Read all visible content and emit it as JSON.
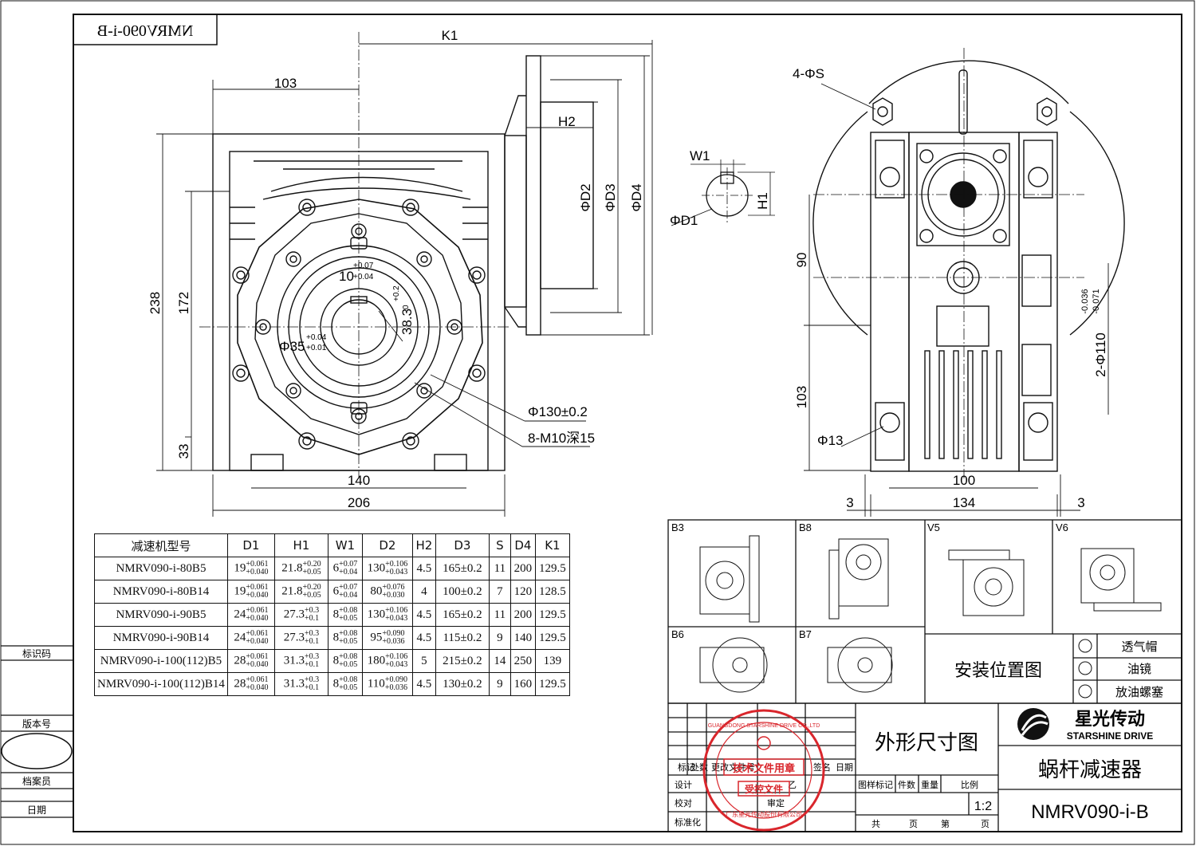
{
  "title_block": {
    "part_no_top": "NMRV090-i-B",
    "drawing_title": "外形尺寸图",
    "product_name": "蜗杆减速器",
    "model": "NMRV090-i-B",
    "scale": "1:2",
    "brand_cn": "星光传动",
    "brand_en": "STARSHINE DRIVE",
    "install_title": "安装位置图",
    "legend": [
      "透气帽",
      "油镜",
      "放油螺塞"
    ],
    "row_labels": [
      "标记",
      "处数",
      "更改文件号",
      "签名",
      "日期"
    ],
    "sign_labels": [
      "设计",
      "校对",
      "标准化",
      "审定"
    ],
    "sign_mark": "乙",
    "attr_labels": [
      "图样标记",
      "件数",
      "重量",
      "比例"
    ],
    "page_labels": [
      "共",
      "页",
      "第",
      "页"
    ]
  },
  "left_margin": [
    "标识码",
    "版本号",
    "档案员",
    "日期"
  ],
  "stamp": {
    "ring_text": "GUANGDONG STARSHINE DRIVE CO.,LTD",
    "line1": "技术文件用章",
    "line2": "受控文件",
    "bottom": "广东星光传动股份有限公司"
  },
  "mount_positions": [
    "B3",
    "B8",
    "V5",
    "V6",
    "B6",
    "B7"
  ],
  "front_view": {
    "dims": [
      "103",
      "238",
      "172",
      "33",
      "140",
      "206",
      "Φ130±0.2",
      "8-M10深15",
      "Φ35",
      "38.3",
      "10",
      "K1",
      "H2",
      "ΦD2",
      "ΦD3",
      "ΦD4"
    ],
    "tol_35": [
      "+0.04",
      "+0.01"
    ],
    "tol_10": [
      "+0.07",
      "+0.04"
    ],
    "tol_383": [
      "+0.2",
      "0"
    ]
  },
  "shaft_view": {
    "dims": [
      "W1",
      "H1",
      "ΦD1"
    ]
  },
  "side_view": {
    "dims": [
      "4-ΦS",
      "90",
      "103",
      "Φ13",
      "100",
      "134",
      "3",
      "3",
      "2-Φ110"
    ],
    "tol_110": [
      "-0.036",
      "-0.071"
    ]
  },
  "spec_table": {
    "headers": [
      "减速机型号",
      "D1",
      "H1",
      "W1",
      "D2",
      "H2",
      "D3",
      "S",
      "D4",
      "K1"
    ],
    "rows": [
      {
        "model": "NMRV090-i-80B5",
        "d1": "19",
        "d1t": [
          "+0.061",
          "+0.040"
        ],
        "h1": "21.8",
        "h1t": [
          "+0.20",
          "+0.05"
        ],
        "w1": "6",
        "w1t": [
          "+0.07",
          "+0.04"
        ],
        "d2": "130",
        "d2t": [
          "+0.106",
          "+0.043"
        ],
        "h2": "4.5",
        "d3": "165±0.2",
        "s": "11",
        "d4": "200",
        "k1": "129.5"
      },
      {
        "model": "NMRV090-i-80B14",
        "d1": "19",
        "d1t": [
          "+0.061",
          "+0.040"
        ],
        "h1": "21.8",
        "h1t": [
          "+0.20",
          "+0.05"
        ],
        "w1": "6",
        "w1t": [
          "+0.07",
          "+0.04"
        ],
        "d2": "80",
        "d2t": [
          "+0.076",
          "+0.030"
        ],
        "h2": "4",
        "d3": "100±0.2",
        "s": "7",
        "d4": "120",
        "k1": "128.5"
      },
      {
        "model": "NMRV090-i-90B5",
        "d1": "24",
        "d1t": [
          "+0.061",
          "+0.040"
        ],
        "h1": "27.3",
        "h1t": [
          "+0.3",
          "+0.1"
        ],
        "w1": "8",
        "w1t": [
          "+0.08",
          "+0.05"
        ],
        "d2": "130",
        "d2t": [
          "+0.106",
          "+0.043"
        ],
        "h2": "4.5",
        "d3": "165±0.2",
        "s": "11",
        "d4": "200",
        "k1": "129.5"
      },
      {
        "model": "NMRV090-i-90B14",
        "d1": "24",
        "d1t": [
          "+0.061",
          "+0.040"
        ],
        "h1": "27.3",
        "h1t": [
          "+0.3",
          "+0.1"
        ],
        "w1": "8",
        "w1t": [
          "+0.08",
          "+0.05"
        ],
        "d2": "95",
        "d2t": [
          "+0.090",
          "+0.036"
        ],
        "h2": "4.5",
        "d3": "115±0.2",
        "s": "9",
        "d4": "140",
        "k1": "129.5"
      },
      {
        "model": "NMRV090-i-100(112)B5",
        "d1": "28",
        "d1t": [
          "+0.061",
          "+0.040"
        ],
        "h1": "31.3",
        "h1t": [
          "+0.3",
          "+0.1"
        ],
        "w1": "8",
        "w1t": [
          "+0.08",
          "+0.05"
        ],
        "d2": "180",
        "d2t": [
          "+0.106",
          "+0.043"
        ],
        "h2": "5",
        "d3": "215±0.2",
        "s": "14",
        "d4": "250",
        "k1": "139"
      },
      {
        "model": "NMRV090-i-100(112)B14",
        "d1": "28",
        "d1t": [
          "+0.061",
          "+0.040"
        ],
        "h1": "31.3",
        "h1t": [
          "+0.3",
          "+0.1"
        ],
        "w1": "8",
        "w1t": [
          "+0.08",
          "+0.05"
        ],
        "d2": "110",
        "d2t": [
          "+0.090",
          "+0.036"
        ],
        "h2": "4.5",
        "d3": "130±0.2",
        "s": "9",
        "d4": "160",
        "k1": "129.5"
      }
    ]
  },
  "colors": {
    "line": "#111111",
    "stamp": "#d9262c"
  }
}
